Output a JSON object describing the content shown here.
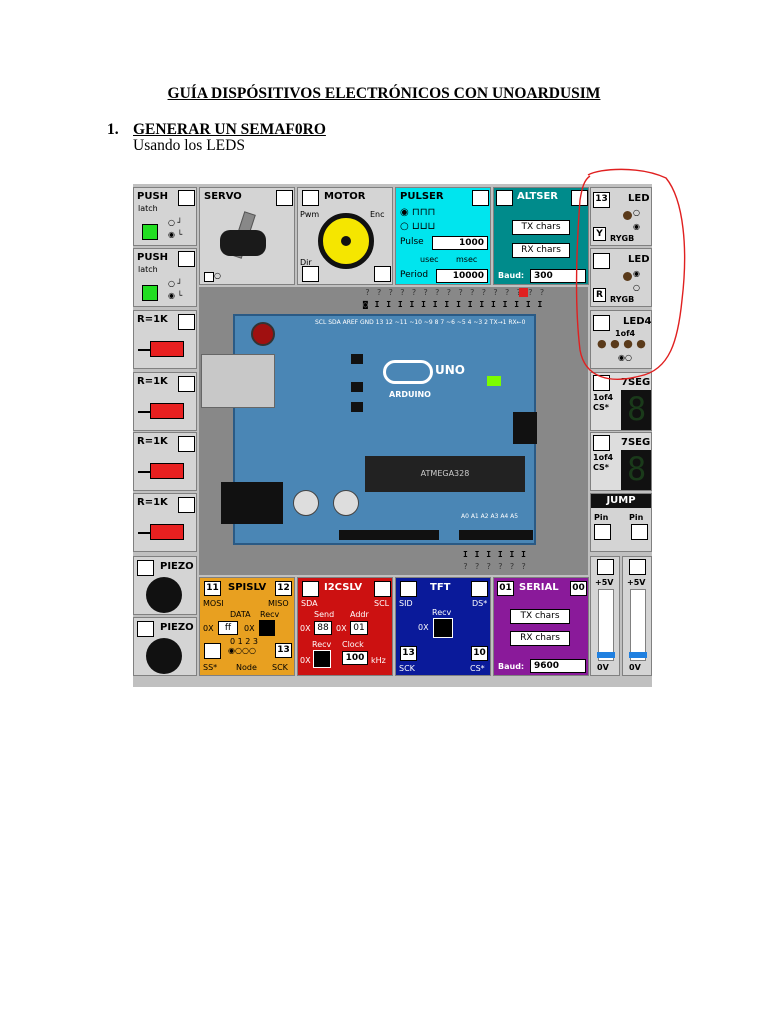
{
  "doc": {
    "title": "GUÍA DISPÓSITIVOS ELECTRÓNICOS CON UNOARDUSIM",
    "section_number": "1.",
    "section_title": "GENERAR UN SEMAF0RO",
    "section_subtitle": "Usando los LEDS"
  },
  "sim": {
    "push1": {
      "label": "PUSH",
      "sub": "latch"
    },
    "push2": {
      "label": "PUSH",
      "sub": "latch"
    },
    "servo": {
      "label": "SERVO"
    },
    "motor": {
      "label": "MOTOR",
      "pwm": "Pwm",
      "enc": "Enc",
      "dir": "Dir"
    },
    "pulser": {
      "label": "PULSER",
      "pulse_label": "Pulse",
      "pulse_value": "1000",
      "period_label": "Period",
      "period_value": "10000",
      "usec": "usec",
      "msec": "msec"
    },
    "altser": {
      "label": "ALTSER",
      "tx": "TX chars",
      "rx": "RX chars",
      "baud_label": "Baud:",
      "baud_value": "300"
    },
    "resistors": [
      "R=1K",
      "R=1K",
      "R=1K",
      "R=1K"
    ],
    "piezo1": {
      "label": "PIEZO"
    },
    "piezo2": {
      "label": "PIEZO"
    },
    "led1": {
      "pin": "13",
      "label": "LED",
      "color": "Y",
      "rygb": "RYGB"
    },
    "led2": {
      "label": "LED",
      "color": "R",
      "rygb": "RYGB"
    },
    "led4": {
      "label": "LED4",
      "sub": "1of4"
    },
    "seg1": {
      "label": "7SEG",
      "sub1": "1of4",
      "sub2": "CS*"
    },
    "seg2": {
      "label": "7SEG",
      "sub1": "1of4",
      "sub2": "CS*"
    },
    "jump": {
      "label": "JUMP",
      "pin1": "Pin",
      "pin2": "Pin"
    },
    "board": {
      "logo": "UNO",
      "brand": "ARDUINO",
      "chip": "ATMEGA328",
      "top_pins": "SCL SDA AREF GND 13 12 ~11 ~10 ~9 8   7 ~6 ~5 4 ~3 2 TX→1 RX←0",
      "analog_pins": "A0 A1 A2 A3 A4 A5"
    },
    "spislv": {
      "label": "SPISLV",
      "left_pin": "11",
      "right_pin": "12",
      "mosi": "MOSI",
      "miso": "MISO",
      "data": "DATA",
      "recv": "Recv",
      "data_value": "ff",
      "hex": "0X",
      "modes": "0 1 2 3",
      "ss": "SS*",
      "node": "Node",
      "sck_pin": "13",
      "sck": "SCK"
    },
    "i2cslv": {
      "label": "I2CSLV",
      "sda": "SDA",
      "scl": "SCL",
      "send": "Send",
      "addr": "Addr",
      "send_value": "88",
      "addr_value": "01",
      "recv": "Recv",
      "clock": "Clock",
      "clock_value": "100",
      "khz": "kHz",
      "hex": "0X"
    },
    "tft": {
      "label": "TFT",
      "sid": "SID",
      "ds": "DS*",
      "recv": "Recv",
      "hex": "0X",
      "left_pin": "13",
      "right_pin": "10",
      "sck": "SCK",
      "cs": "CS*"
    },
    "serial": {
      "label": "SERIAL",
      "left_pin": "01",
      "right_pin": "00",
      "tx": "TX chars",
      "rx": "RX chars",
      "baud_label": "Baud:",
      "baud_value": "9600"
    },
    "pot1": {
      "top": "+5V",
      "bottom": "0V"
    },
    "pot2": {
      "top": "+5V",
      "bottom": "0V"
    }
  },
  "colors": {
    "pulser": "#00e5ee",
    "altser": "#008b8b",
    "spislv": "#e8a020",
    "i2cslv": "#cc1111",
    "tft": "#0a1a9a",
    "serial": "#8a1a9a",
    "board": "#4a86b5",
    "annotation": "#e02020"
  }
}
